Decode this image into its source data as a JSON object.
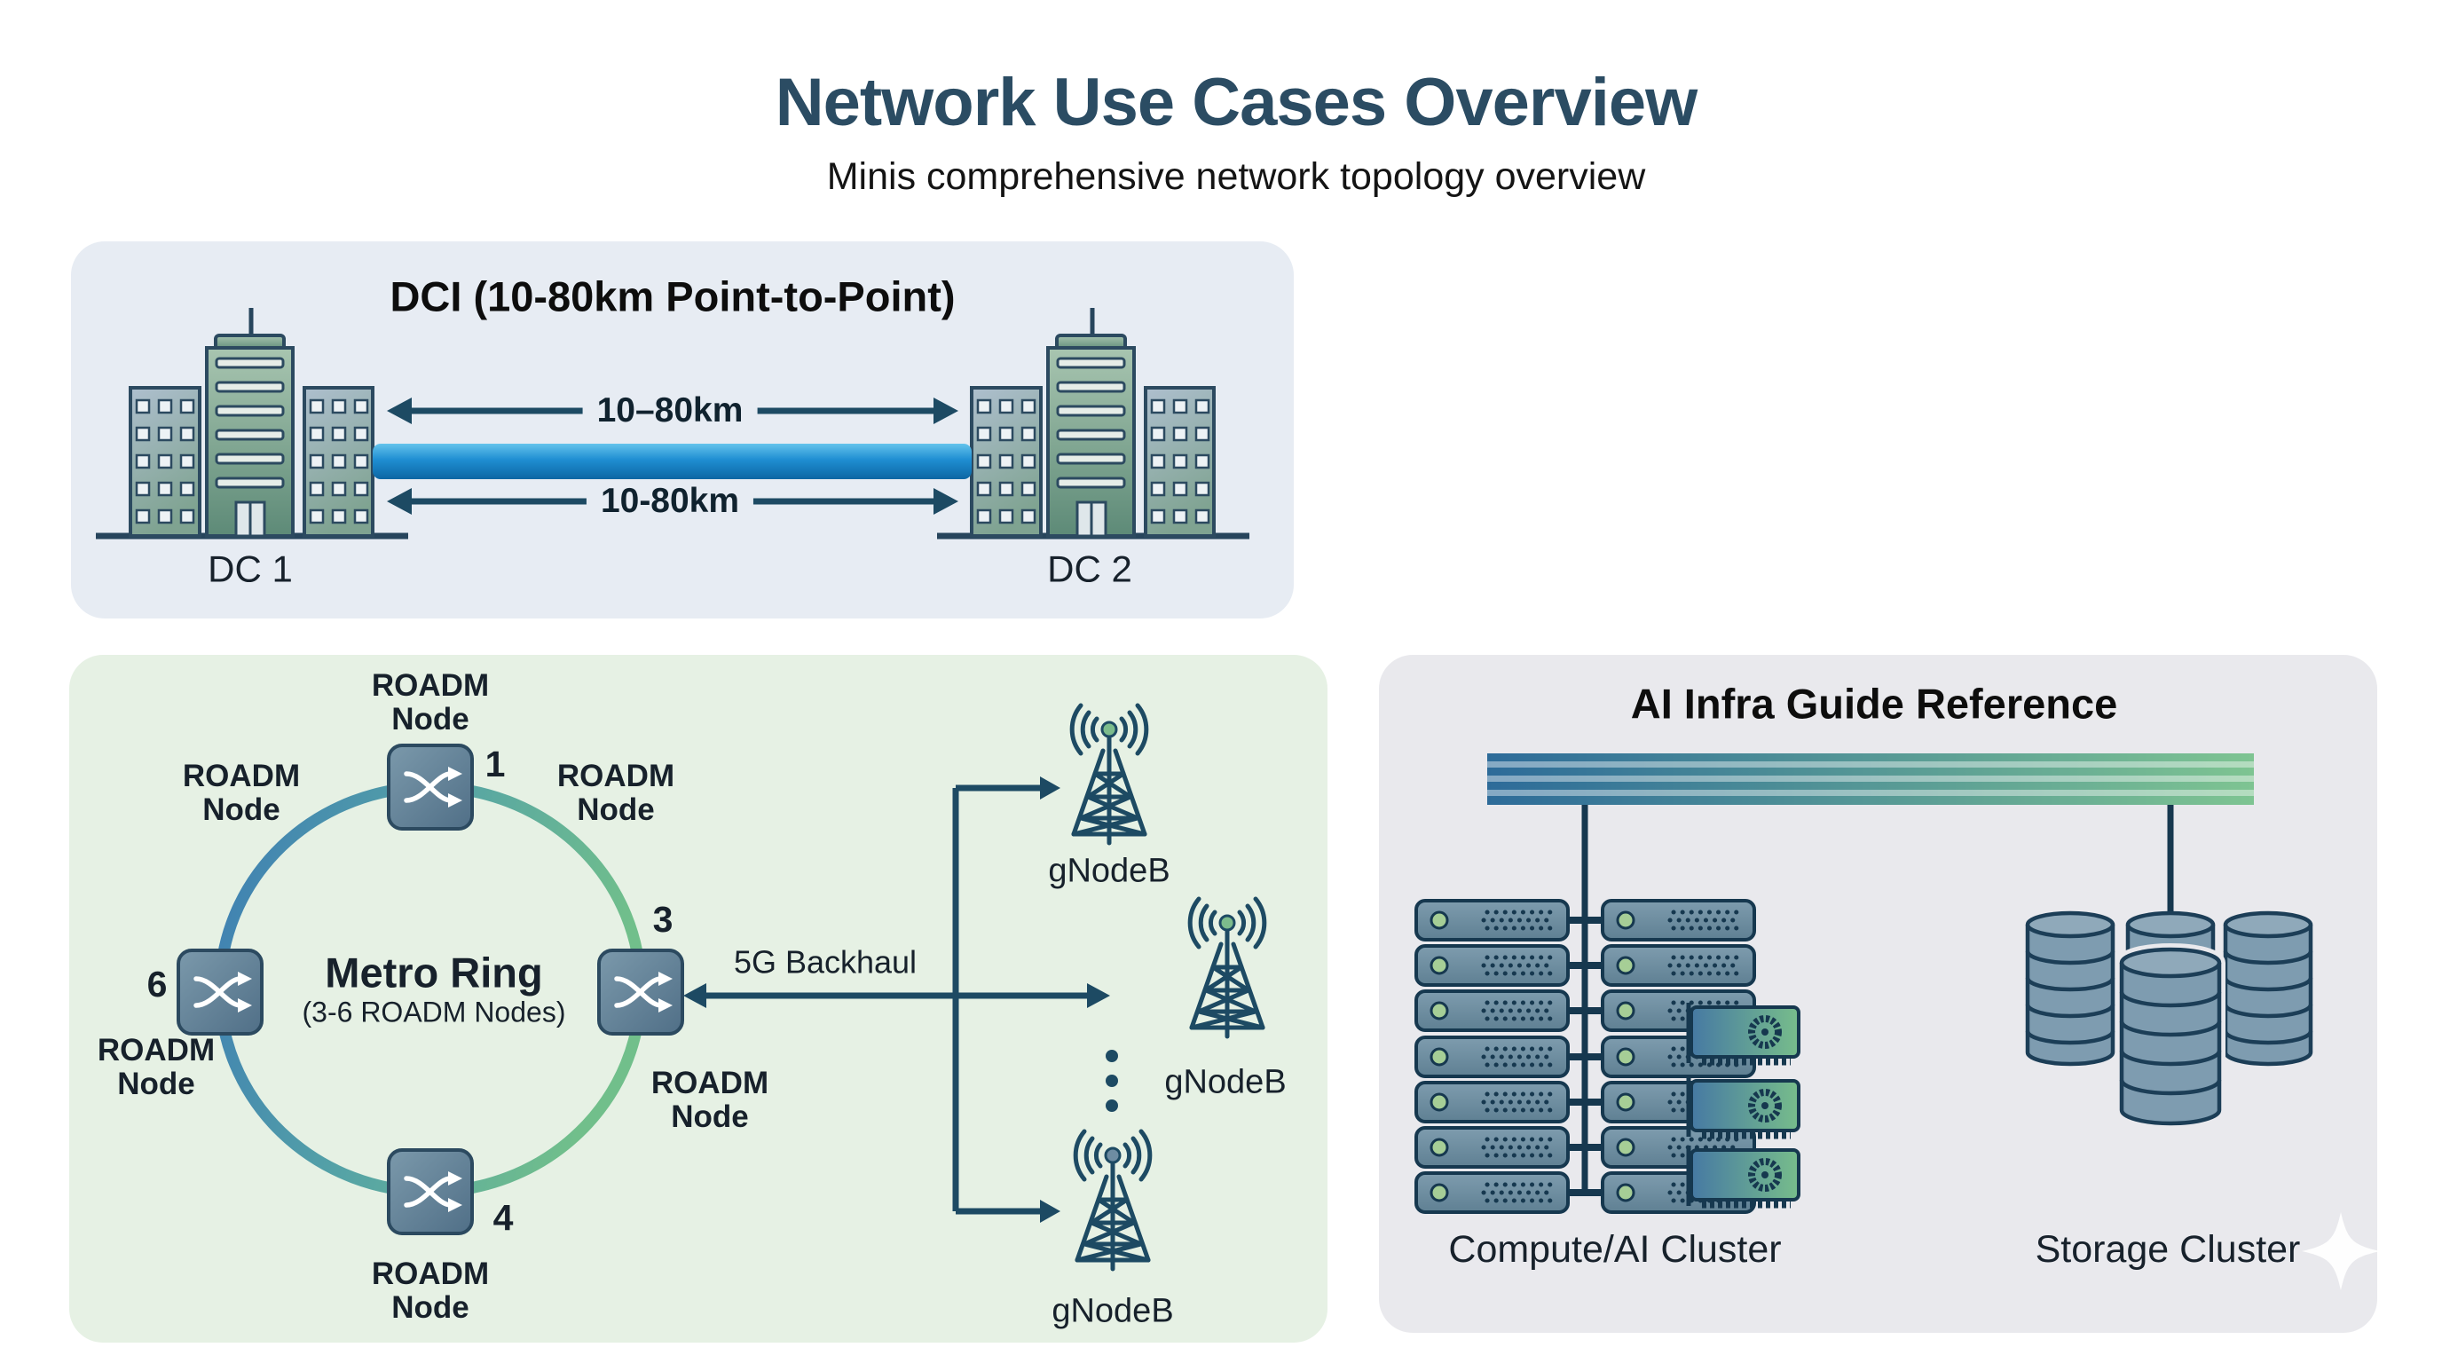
{
  "header": {
    "title": "Network Use Cases Overview",
    "subtitle": "Minis comprehensive network topology overview"
  },
  "dci_panel": {
    "title": "DCI (10-80km Point-to-Point)",
    "top_distance": "10–80km",
    "bottom_distance": "10-80km",
    "dc1_label": "DC 1",
    "dc2_label": "DC 2"
  },
  "metro_panel": {
    "roadm_line1": "ROADM",
    "roadm_line2": "Node",
    "node_top_number": "1",
    "node_right_number": "3",
    "node_bottom_number": "4",
    "node_left_number": "6",
    "ring_title": "Metro Ring",
    "ring_subtitle": "(3-6 ROADM Nodes)",
    "backhaul_label": "5G Backhaul",
    "gnodeb_label": "gNodeB"
  },
  "ai_panel": {
    "title": "AI Infra Guide Reference",
    "compute_label": "Compute/AI Cluster",
    "storage_label": "Storage Cluster"
  },
  "colors": {
    "accent_dark": "#1d4a63",
    "ring_blue": "#3d7db4",
    "ring_green": "#71bf8b",
    "dci_bar_blue": "#1f8ed2",
    "panel_dci_bg": "#e7ecf3",
    "panel_metro_bg": "#e6f1e4",
    "panel_ai_bg": "#e9e9ed",
    "led_green": "#a6ce96"
  }
}
